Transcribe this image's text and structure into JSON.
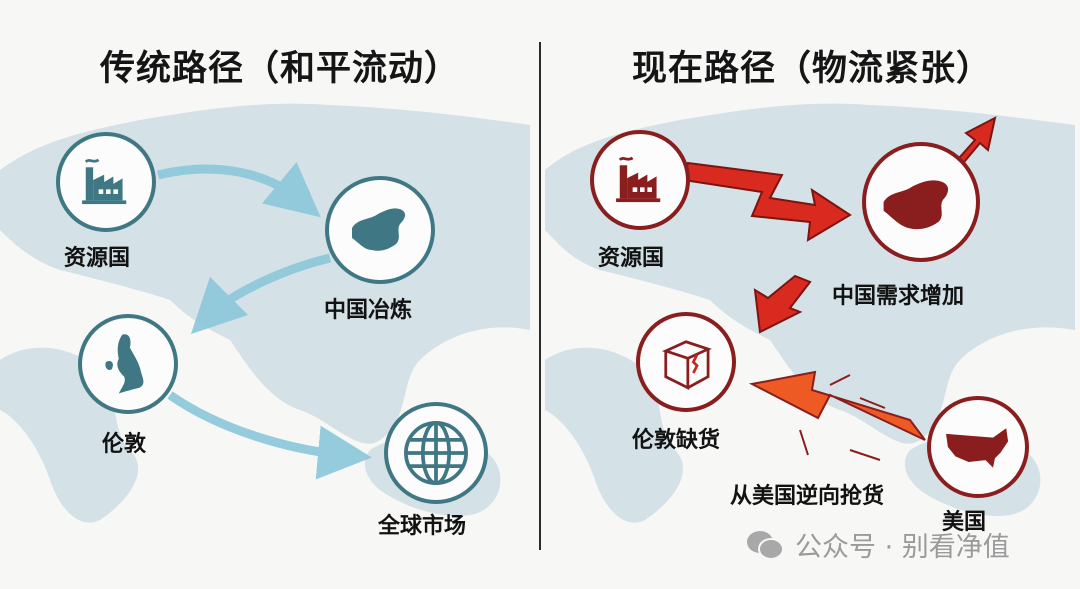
{
  "left_panel": {
    "title": "传统路径（和平流动）",
    "theme_color": "#3f7884",
    "arrow_color": "#8fc9dc",
    "nodes": [
      {
        "id": "resource",
        "label": "资源国",
        "icon": "factory-icon"
      },
      {
        "id": "china",
        "label": "中国冶炼",
        "icon": "china-map-icon"
      },
      {
        "id": "london",
        "label": "伦敦",
        "icon": "uk-map-icon"
      },
      {
        "id": "global",
        "label": "全球市场",
        "icon": "globe-icon"
      }
    ],
    "flows": [
      {
        "from": "资源国",
        "to": "中国冶炼"
      },
      {
        "from": "中国冶炼",
        "to": "伦敦"
      },
      {
        "from": "伦敦",
        "to": "全球市场"
      }
    ]
  },
  "right_panel": {
    "title": "现在路径（物流紧张）",
    "theme_color": "#8a1d1d",
    "arrow_color": "#d92a1f",
    "nodes": [
      {
        "id": "resource",
        "label": "资源国",
        "icon": "factory-icon"
      },
      {
        "id": "china",
        "label": "中国需求增加",
        "icon": "china-map-rising-icon"
      },
      {
        "id": "london",
        "label": "伦敦缺货",
        "icon": "damaged-box-icon"
      },
      {
        "id": "usa",
        "label": "美国",
        "icon": "usa-map-icon"
      }
    ],
    "flows": [
      {
        "from": "资源国",
        "to": "中国需求增加"
      },
      {
        "from": "中国需求增加",
        "to": "伦敦缺货"
      },
      {
        "from": "美国",
        "to": "伦敦缺货",
        "annotation": "从美国逆向抢货"
      }
    ],
    "arrow_annotation": "从美国逆向抢货"
  },
  "watermark": {
    "icon": "wechat-icon",
    "text": "公众号 · 别看净值"
  }
}
